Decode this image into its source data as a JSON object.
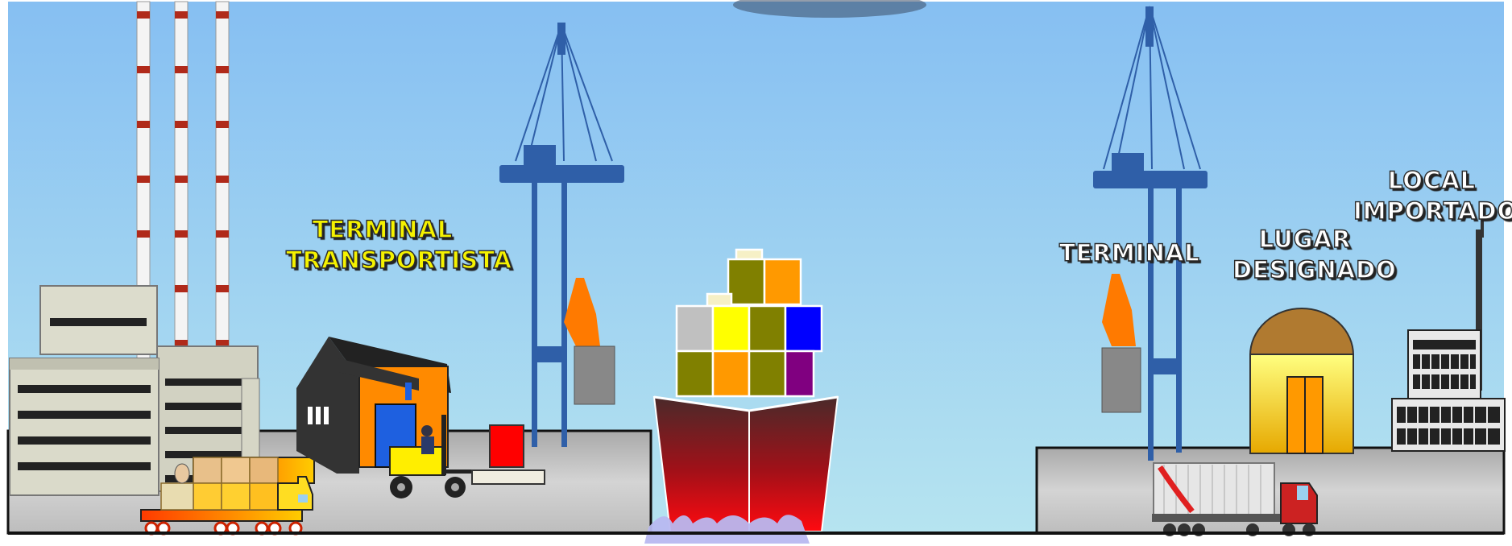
{
  "labels": {
    "terminal_transportista_1": "TERMINAL",
    "terminal_transportista_2": "TRANSPORTISTA",
    "terminal": "TERMINAL",
    "lugar_designado_1": "LUGAR",
    "lugar_designado_2": "DESIGNADO",
    "local_importador_1": "LOCAL",
    "local_importador_2": "IMPORTADOR"
  },
  "colors": {
    "sky_top": "#8ec4f2",
    "sky_bottom": "#b6e4f0",
    "ground": "#c6c6c6",
    "crane": "#2f5fa8",
    "ship_hull": "#c0101a",
    "label_yellow": "#f5f200",
    "label_white": "#ffffff"
  },
  "icons": [
    "factory-icon",
    "truck-icon",
    "warehouse-icon",
    "forklift-icon",
    "crane-icon",
    "ship-icon",
    "dome-warehouse-icon",
    "importer-building-icon"
  ]
}
